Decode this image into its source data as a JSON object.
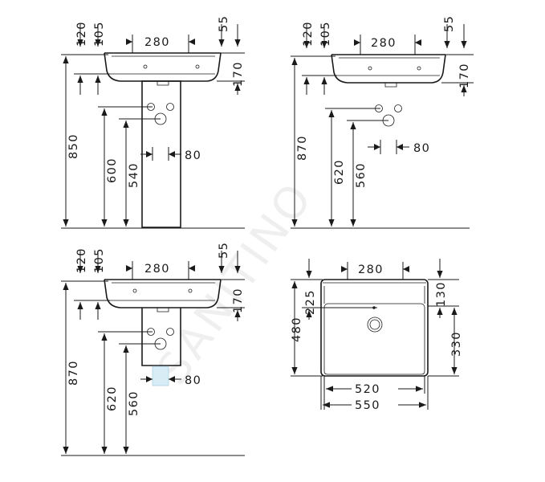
{
  "watermark": "SANITINO",
  "view_pedestal": {
    "dims": {
      "top_left_a": "120",
      "top_left_b": "105",
      "width": "280",
      "top_right": "55",
      "right_h": "170",
      "total_h": "850",
      "h1": "600",
      "h2": "540",
      "w_small": "80"
    }
  },
  "view_wall": {
    "dims": {
      "top_left_a": "120",
      "top_left_b": "105",
      "width": "280",
      "top_right": "55",
      "right_h": "170",
      "total_h": "870",
      "h1": "620",
      "h2": "560",
      "w_small": "80"
    }
  },
  "view_half_pedestal": {
    "dims": {
      "top_left_a": "120",
      "top_left_b": "105",
      "width": "280",
      "top_right": "55",
      "right_h": "170",
      "total_h": "870",
      "h1": "620",
      "h2": "560",
      "w_small": "80"
    }
  },
  "view_top": {
    "dims": {
      "width_top": "280",
      "left_a": "225",
      "left_b": "480",
      "right_a": "130",
      "right_b": "330",
      "width_inner": "520",
      "width_outer": "550"
    }
  }
}
